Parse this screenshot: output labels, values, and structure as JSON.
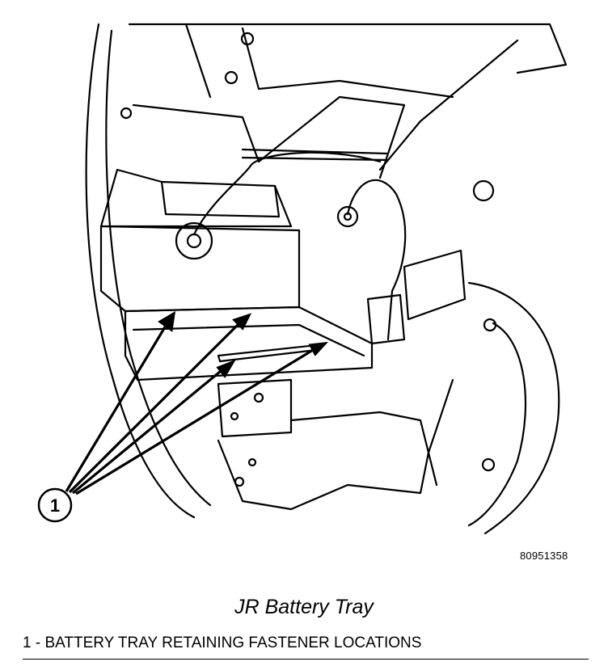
{
  "figure": {
    "callout_number": "1",
    "figure_id": "80951358",
    "title": "JR Battery Tray",
    "legend": [
      {
        "text": "1 - BATTERY TRAY RETAINING FASTENER LOCATIONS"
      }
    ]
  },
  "colors": {
    "line": "#000000",
    "background": "#ffffff"
  }
}
